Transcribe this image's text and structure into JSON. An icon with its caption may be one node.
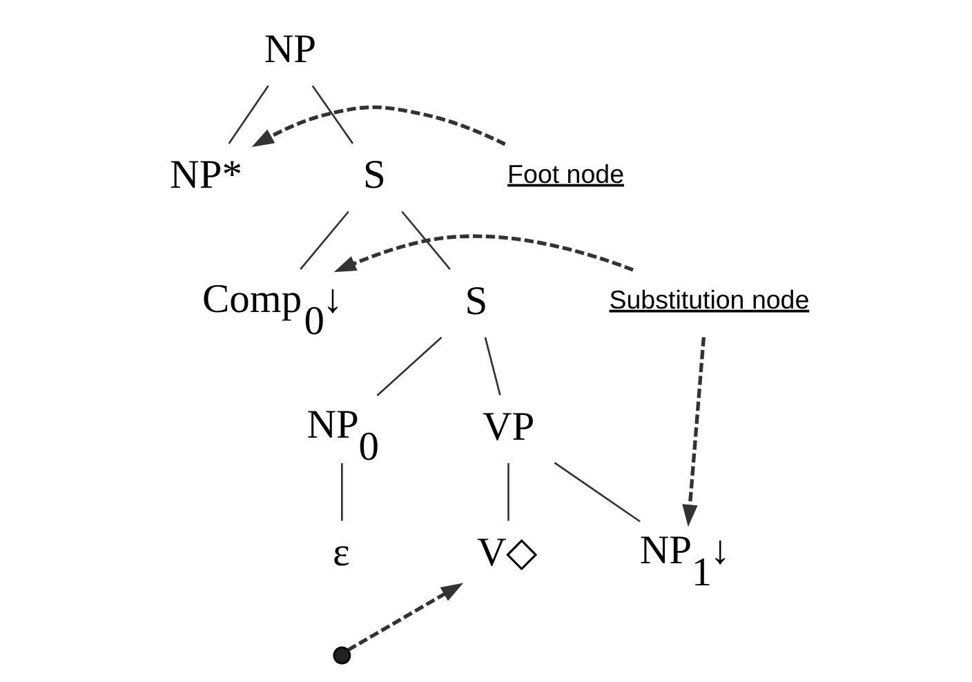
{
  "diagram": {
    "nodes": [
      {
        "text": [
          "NP"
        ]
      },
      {
        "text": [
          "NP*"
        ]
      },
      {
        "text": [
          "S"
        ]
      },
      {
        "text": [
          "Comp$_{0}$↓"
        ]
      },
      {
        "text": [
          "S"
        ]
      },
      {
        "text": [
          "NP$_{0}$"
        ]
      },
      {
        "text": [
          "VP"
        ]
      },
      {
        "text": [
          "ε"
        ]
      },
      {
        "text": [
          "V◇"
        ]
      },
      {
        "text": [
          "NP$_{1}$↓"
        ]
      },
      {
        "text": [
          "Foot node"
        ]
      },
      {
        "text": [
          "Substitution node"
        ]
      },
      {
        "text": [],
        "shape": "circle"
      }
    ],
    "edges": [
      {
        "from": 0,
        "to": 1,
        "arrow": "none"
      },
      {
        "from": 0,
        "to": 2,
        "arrow": "none"
      },
      {
        "from": 2,
        "to": 3,
        "arrow": "none"
      },
      {
        "from": 2,
        "to": 4,
        "arrow": "none"
      },
      {
        "from": 4,
        "to": 5,
        "arrow": "none"
      },
      {
        "from": 4,
        "to": 6,
        "arrow": "none"
      },
      {
        "from": 5,
        "to": 7,
        "arrow": "none"
      },
      {
        "from": 6,
        "to": 8,
        "arrow": "none"
      },
      {
        "from": 6,
        "to": 9,
        "arrow": "none"
      },
      {
        "from": 10,
        "to": 1,
        "arrow": "to",
        "style": "dashed"
      },
      {
        "from": 11,
        "to": 3,
        "arrow": "to",
        "style": "dashed"
      },
      {
        "from": 11,
        "to": 9,
        "arrow": "to",
        "style": "dashed"
      },
      {
        "from": 12,
        "to": 8,
        "arrow": "to",
        "style": "dashed"
      }
    ]
  }
}
